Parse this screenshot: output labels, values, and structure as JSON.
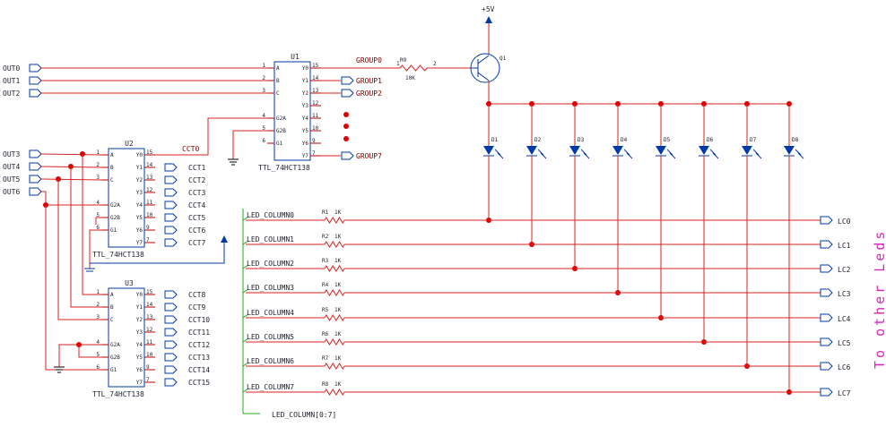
{
  "power": {
    "label": "+5V"
  },
  "transistor": {
    "ref": "Q1"
  },
  "resistor_top": {
    "ref": "R9",
    "value": "10K",
    "pin1": "1",
    "pin2": "2"
  },
  "inputs": [
    "OUT0",
    "OUT1",
    "OUT2",
    "OUT3",
    "OUT4",
    "OUT5",
    "OUT6"
  ],
  "chips": [
    {
      "ref": "U1",
      "part": "TTL_74HCT138",
      "left_pins": [
        {
          "num": "1",
          "name": "A"
        },
        {
          "num": "2",
          "name": "B"
        },
        {
          "num": "3",
          "name": "C"
        },
        {
          "num": "4",
          "name": "G2A"
        },
        {
          "num": "5",
          "name": "G2B"
        },
        {
          "num": "6",
          "name": "G1"
        }
      ],
      "right_pins": [
        {
          "num": "15",
          "name": "Y0"
        },
        {
          "num": "14",
          "name": "Y1"
        },
        {
          "num": "13",
          "name": "Y2"
        },
        {
          "num": "12",
          "name": "Y3"
        },
        {
          "num": "11",
          "name": "Y4"
        },
        {
          "num": "10",
          "name": "Y5"
        },
        {
          "num": "9",
          "name": "Y6"
        },
        {
          "num": "7",
          "name": "Y7"
        }
      ]
    },
    {
      "ref": "U2",
      "part": "TTL_74HCT138",
      "left_pins": [
        {
          "num": "1",
          "name": "A"
        },
        {
          "num": "2",
          "name": "B"
        },
        {
          "num": "3",
          "name": "C"
        },
        {
          "num": "4",
          "name": "G2A"
        },
        {
          "num": "5",
          "name": "G2B"
        },
        {
          "num": "6",
          "name": "G1"
        }
      ],
      "right_pins": [
        {
          "num": "15",
          "name": "Y0"
        },
        {
          "num": "14",
          "name": "Y1"
        },
        {
          "num": "13",
          "name": "Y2"
        },
        {
          "num": "12",
          "name": "Y3"
        },
        {
          "num": "11",
          "name": "Y4"
        },
        {
          "num": "10",
          "name": "Y5"
        },
        {
          "num": "9",
          "name": "Y6"
        },
        {
          "num": "7",
          "name": "Y7"
        }
      ]
    },
    {
      "ref": "U3",
      "part": "TTL_74HCT138",
      "left_pins": [
        {
          "num": "1",
          "name": "A"
        },
        {
          "num": "2",
          "name": "B"
        },
        {
          "num": "3",
          "name": "C"
        },
        {
          "num": "4",
          "name": "G2A"
        },
        {
          "num": "5",
          "name": "G2B"
        },
        {
          "num": "6",
          "name": "G1"
        }
      ],
      "right_pins": [
        {
          "num": "15",
          "name": "Y0"
        },
        {
          "num": "14",
          "name": "Y1"
        },
        {
          "num": "13",
          "name": "Y2"
        },
        {
          "num": "12",
          "name": "Y3"
        },
        {
          "num": "11",
          "name": "Y4"
        },
        {
          "num": "10",
          "name": "Y5"
        },
        {
          "num": "9",
          "name": "Y6"
        },
        {
          "num": "7",
          "name": "Y7"
        }
      ]
    }
  ],
  "u1_outputs": [
    "GROUP0",
    "GROUP1",
    "GROUP2",
    "GROUP7"
  ],
  "u2_outputs": [
    "CCT1",
    "CCT2",
    "CCT3",
    "CCT4",
    "CCT5",
    "CCT6",
    "CCT7"
  ],
  "u3_outputs": [
    "CCT8",
    "CCT9",
    "CCT10",
    "CCT11",
    "CCT12",
    "CCT13",
    "CCT14",
    "CCT15"
  ],
  "cct0_label": "CCT0",
  "leds": [
    "D1",
    "D2",
    "D3",
    "D4",
    "D5",
    "D6",
    "D7",
    "D8"
  ],
  "resistors": [
    {
      "ref": "R1",
      "value": "1K"
    },
    {
      "ref": "R2",
      "value": "1K"
    },
    {
      "ref": "R3",
      "value": "1K"
    },
    {
      "ref": "R4",
      "value": "1K"
    },
    {
      "ref": "R5",
      "value": "1K"
    },
    {
      "ref": "R6",
      "value": "1K"
    },
    {
      "ref": "R7",
      "value": "1K"
    },
    {
      "ref": "R8",
      "value": "1K"
    }
  ],
  "columns": [
    "LED_COLUMN0",
    "LED_COLUMN1",
    "LED_COLUMN2",
    "LED_COLUMN3",
    "LED_COLUMN4",
    "LED_COLUMN5",
    "LED_COLUMN6",
    "LED_COLUMN7"
  ],
  "bus_label": "LED_COLUMN[0:7]",
  "lc_outputs": [
    "LC0",
    "LC1",
    "LC2",
    "LC3",
    "LC4",
    "LC5",
    "LC6",
    "LC7"
  ],
  "side_note": "To other Leds",
  "colors": {
    "wire": "#dd2222",
    "component": "#003aa8",
    "bus": "#1fa81f",
    "junction": "#dd0000",
    "note": "#e020c0"
  }
}
